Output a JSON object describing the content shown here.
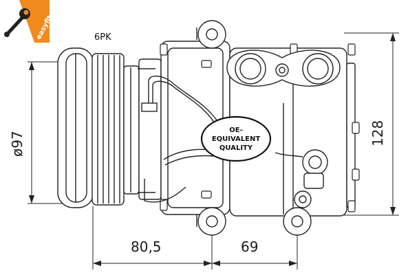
{
  "brand": {
    "logo_text": "easyfit",
    "accent_color": "#f08a1c"
  },
  "labels": {
    "belt": "6PK",
    "seal": [
      "OE-",
      "EQUIVALENT",
      "QUALITY"
    ]
  },
  "dimensions": {
    "pulley_diameter": "ø97",
    "height": "128",
    "length_front": "80,5",
    "length_rear": "69"
  }
}
